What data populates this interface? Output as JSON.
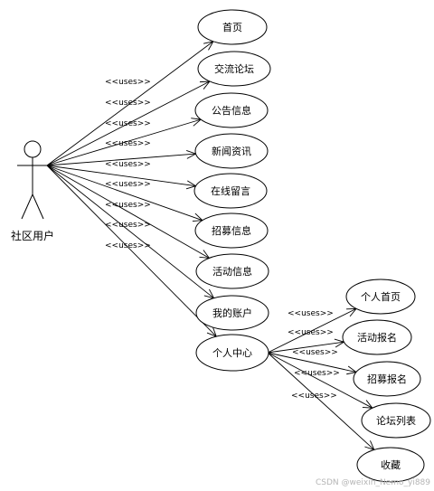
{
  "actor": {
    "label": "社区用户"
  },
  "relation_label": "<<uses>>",
  "use_cases": [
    {
      "id": "home",
      "label": "首页"
    },
    {
      "id": "forum",
      "label": "交流论坛"
    },
    {
      "id": "notice",
      "label": "公告信息"
    },
    {
      "id": "news",
      "label": "新闻资讯"
    },
    {
      "id": "message",
      "label": "在线留言"
    },
    {
      "id": "recruit",
      "label": "招募信息"
    },
    {
      "id": "activity",
      "label": "活动信息"
    },
    {
      "id": "account",
      "label": "我的账户"
    },
    {
      "id": "center",
      "label": "个人中心"
    }
  ],
  "sub_use_cases": [
    {
      "id": "profile",
      "label": "个人首页"
    },
    {
      "id": "act-signup",
      "label": "活动报名"
    },
    {
      "id": "rec-signup",
      "label": "招募报名"
    },
    {
      "id": "forum-list",
      "label": "论坛列表"
    },
    {
      "id": "favorite",
      "label": "收藏"
    }
  ],
  "watermark": "CSDN @weixin_Nemo_yi889"
}
